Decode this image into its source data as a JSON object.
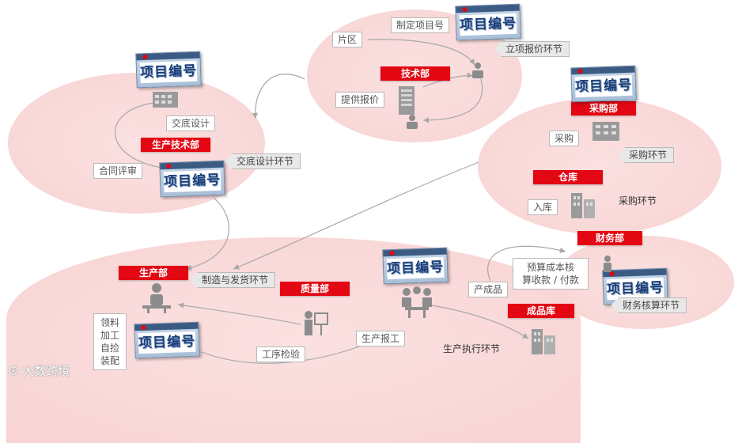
{
  "card_text": "项目编号",
  "departments": {
    "tech": "技术部",
    "prod_tech": "生产技术部",
    "purchasing": "采购部",
    "warehouse": "仓库",
    "production": "生产部",
    "quality": "质量部",
    "finance": "财务部",
    "finished_goods": "成品库"
  },
  "labels": {
    "make_project_no": "制定项目号",
    "district": "片区",
    "provide_quote": "提供报价",
    "handover_design": "交底设计",
    "contract_review": "合同评审",
    "purchase": "采购",
    "inbound": "入库",
    "budget_line1": "预算成本核",
    "budget_line2": "算收款 / 付款",
    "finished_product": "产成品",
    "picking": [
      "领料",
      "加工",
      "自捡",
      "装配"
    ],
    "process_inspection": "工序检验",
    "production_report": "生产报工"
  },
  "callouts": {
    "quote_stage": "立项报价环节",
    "design_stage": "交底设计环节",
    "purchase_stage": "采购环节",
    "manufacture_stage": "制造与发货环节",
    "finance_stage": "财务核算环节"
  },
  "plain_text": {
    "purchase_stage_2": "采购环节",
    "production_exec_stage": "生产执行环节"
  },
  "watermark": "大数跨境",
  "colors": {
    "accent_red": "#e30613",
    "zone_pink": "#f8d3d3",
    "icon_gray": "#8c8c8c",
    "connector_gray": "#a8a8a8",
    "card_blue": "#1b3f78"
  }
}
